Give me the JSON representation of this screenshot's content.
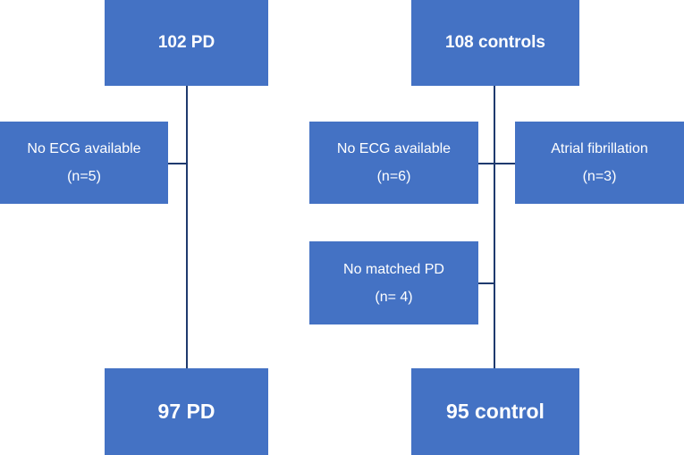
{
  "colors": {
    "box_fill": "#4472c4",
    "box_text": "#ffffff",
    "connector": "#1f3a6e"
  },
  "pd_branch": {
    "top": {
      "label": "102 PD"
    },
    "exclusion": {
      "label": "No ECG available",
      "count": "(n=5)"
    },
    "bottom": {
      "label": "97 PD"
    }
  },
  "control_branch": {
    "top": {
      "label": "108 controls"
    },
    "exclusion_ecg": {
      "label": "No ECG available",
      "count": "(n=6)"
    },
    "exclusion_af": {
      "label": "Atrial fibrillation",
      "count": "(n=3)"
    },
    "exclusion_match": {
      "label": "No matched PD",
      "count": "(n= 4)"
    },
    "bottom": {
      "label": "95 control"
    }
  }
}
